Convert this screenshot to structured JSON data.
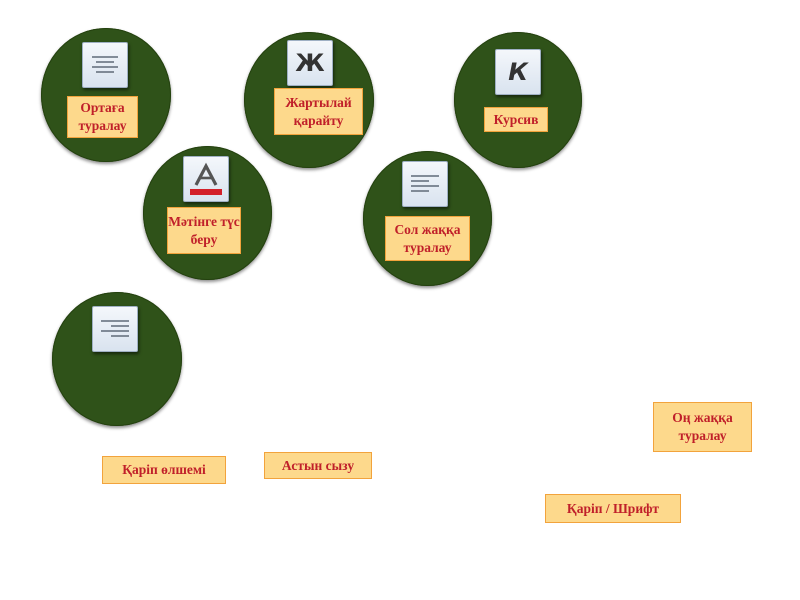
{
  "labels": {
    "center_align": "Ортаға туралау",
    "bold": "Жартылай қарайту",
    "italic": "Курсив",
    "text_color": "Мәтінге түс беру",
    "left_align": "Сол жаққа туралау",
    "right_align": "Оң жаққа туралау",
    "font_size": "Қаріп өлшемі",
    "underline": "Астын сызу",
    "font": "Қаріп / Шрифт"
  },
  "icons": {
    "center_align": "center-align-icon",
    "bold": "bold-icon",
    "italic": "italic-icon",
    "text_color": "font-color-icon",
    "left_align": "left-align-icon",
    "right_align": "right-align-icon"
  },
  "icon_glyphs": {
    "bold": "Ж",
    "italic": "К"
  },
  "colors": {
    "circle": "#2f5219",
    "label_bg": "#fdd98c",
    "label_border": "#f2a33c",
    "label_text": "#c0202a"
  }
}
